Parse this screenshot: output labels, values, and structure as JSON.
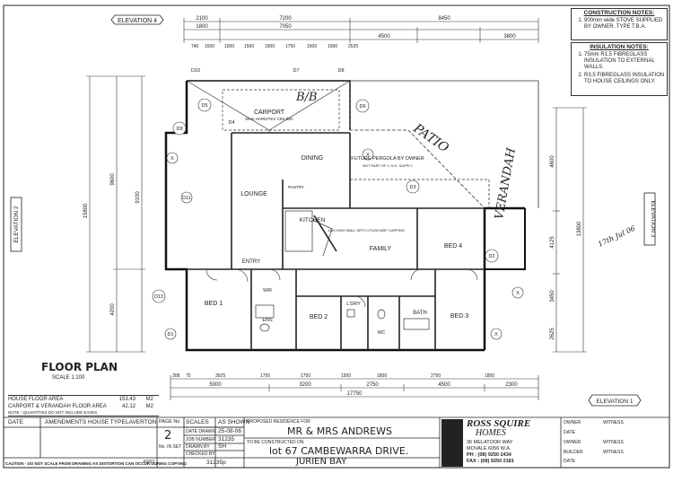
{
  "elevation_labels": {
    "top": "ELEVATION 4",
    "left": "ELEVATION 2",
    "right": "ELEVATION 3",
    "bottom": "ELEVATION 1"
  },
  "construction_notes": {
    "title": "CONSTRUCTION NOTES:",
    "items": [
      "900mm wide STOVE SUPPLIED BY OWNER. TYPE T.B.A."
    ]
  },
  "insulation_notes": {
    "title": "INSULATION NOTES:",
    "items": [
      "75mm R1.5 FIBREGLASS INSULATION TO EXTERNAL WALLS.",
      "R3.5 FIBREGLASS INSULATION TO HOUSE CEILINGS ONLY."
    ]
  },
  "rooms": {
    "carport": "CARPORT",
    "carport_note": "6mm HARDITEX CEILING",
    "dining": "DINING",
    "lounge": "LOUNGE",
    "kitchen": "KITCHEN",
    "family": "FAMILY",
    "bed4": "BED 4",
    "bed1": "BED 1",
    "bed2": "BED 2",
    "bed3": "BED 3",
    "entry": "ENTRY",
    "ens": "ENS",
    "bath": "BATH",
    "ldry": "L'DRY",
    "wir": "W/R",
    "wc": "WC",
    "patio": "PATIO",
    "verandah": "VERANDAH",
    "pergola": "FUTURE PERGOLA BY OWNER",
    "pergola_note": "NOT PART OF C.S.H. SUPPLY",
    "pantry": "PANTRY",
    "bb": "B/B",
    "wall_note": "1150 HIGH WALL WITH 170x32 MDF CAPPING"
  },
  "dims_top": {
    "r1": "2100",
    "r1b": "7200",
    "r1c": "8450",
    "r2": "1800",
    "r2b": "7050",
    "r2c": "4500",
    "r2d": "3800",
    "r3": [
      "740",
      "1500",
      "1500",
      "1500",
      "1500",
      "1750",
      "1500",
      "1500",
      "2525"
    ]
  },
  "dims_bottom": {
    "r1": "17750",
    "r2": [
      "5000",
      "3200",
      "2750",
      "4500",
      "2300"
    ],
    "r3": [
      "308",
      "75",
      "3925",
      "1750",
      "1750",
      "1500",
      "1800",
      "2750",
      "1800"
    ]
  },
  "dims_left": {
    "r1": "15800",
    "r2": [
      "9600",
      "4200",
      "9100"
    ]
  },
  "dims_right": {
    "r1": "13800",
    "r2": [
      "4600",
      "4125",
      "3450",
      "2625"
    ]
  },
  "legend": {
    "title": "FLOOR PLAN",
    "scale": "SCALE 1:100"
  },
  "areas": {
    "house_label": "HOUSE FLOOR AREA",
    "house_value": "153.43",
    "house_unit": "M2",
    "carport_label": "CARPORT & VERANDAH FLOOR AREA",
    "carport_value": "42.12",
    "carport_unit": "M2",
    "note": "NOTE - QUANTITIES DO NOT INCLUDE EAVES"
  },
  "title_block": {
    "h_date": "DATE",
    "h_amend": "AMENDMENTS",
    "h_house_type": "HOUSE TYPE",
    "house_type": "LAVERTON",
    "h_page": "PAGE No",
    "page_no": "2",
    "h_scales": "SCALES",
    "scale_value": "AS SHOWN",
    "date_drawn_l": "DATE DRAWN",
    "date_drawn": "25-08-06",
    "job_l": "JOB NUMBER",
    "job": "31235",
    "sh_l": "No. IN SET",
    "drawn_l": "DRAWN BY",
    "drawn": "SH",
    "checked_l": "CHECKED BY",
    "proposed_l": "PROPOSED RESIDENCE FOR",
    "client": "MR & MRS ANDREWS",
    "built_l": "TO BE CONSTRUCTED ON",
    "lot": "lot 67 CAMBEWARRA DRIVE.",
    "suburb": "JURIEN BAY",
    "company": "ROSS SQUIRE",
    "company2": "HOMES",
    "addr1": "36 MELATOOR WAY",
    "addr2": "MOVALE 6056 W.A.",
    "ph": "PH : (08) 9250 2434",
    "fax": "FAX : (08) 9250 2181",
    "owner_l": "OWNER",
    "witness_l": "WITNESS",
    "builder_l": "BUILDER",
    "date_l": "DATE",
    "caution": "CAUTION - DO NOT SCALE FROM DRAWING AS DISTORTION CAN OCCUR DURING COPYING",
    "kfp": "KFP1",
    "footer_job": "31235p"
  },
  "handwriting": "17th Jul 06"
}
